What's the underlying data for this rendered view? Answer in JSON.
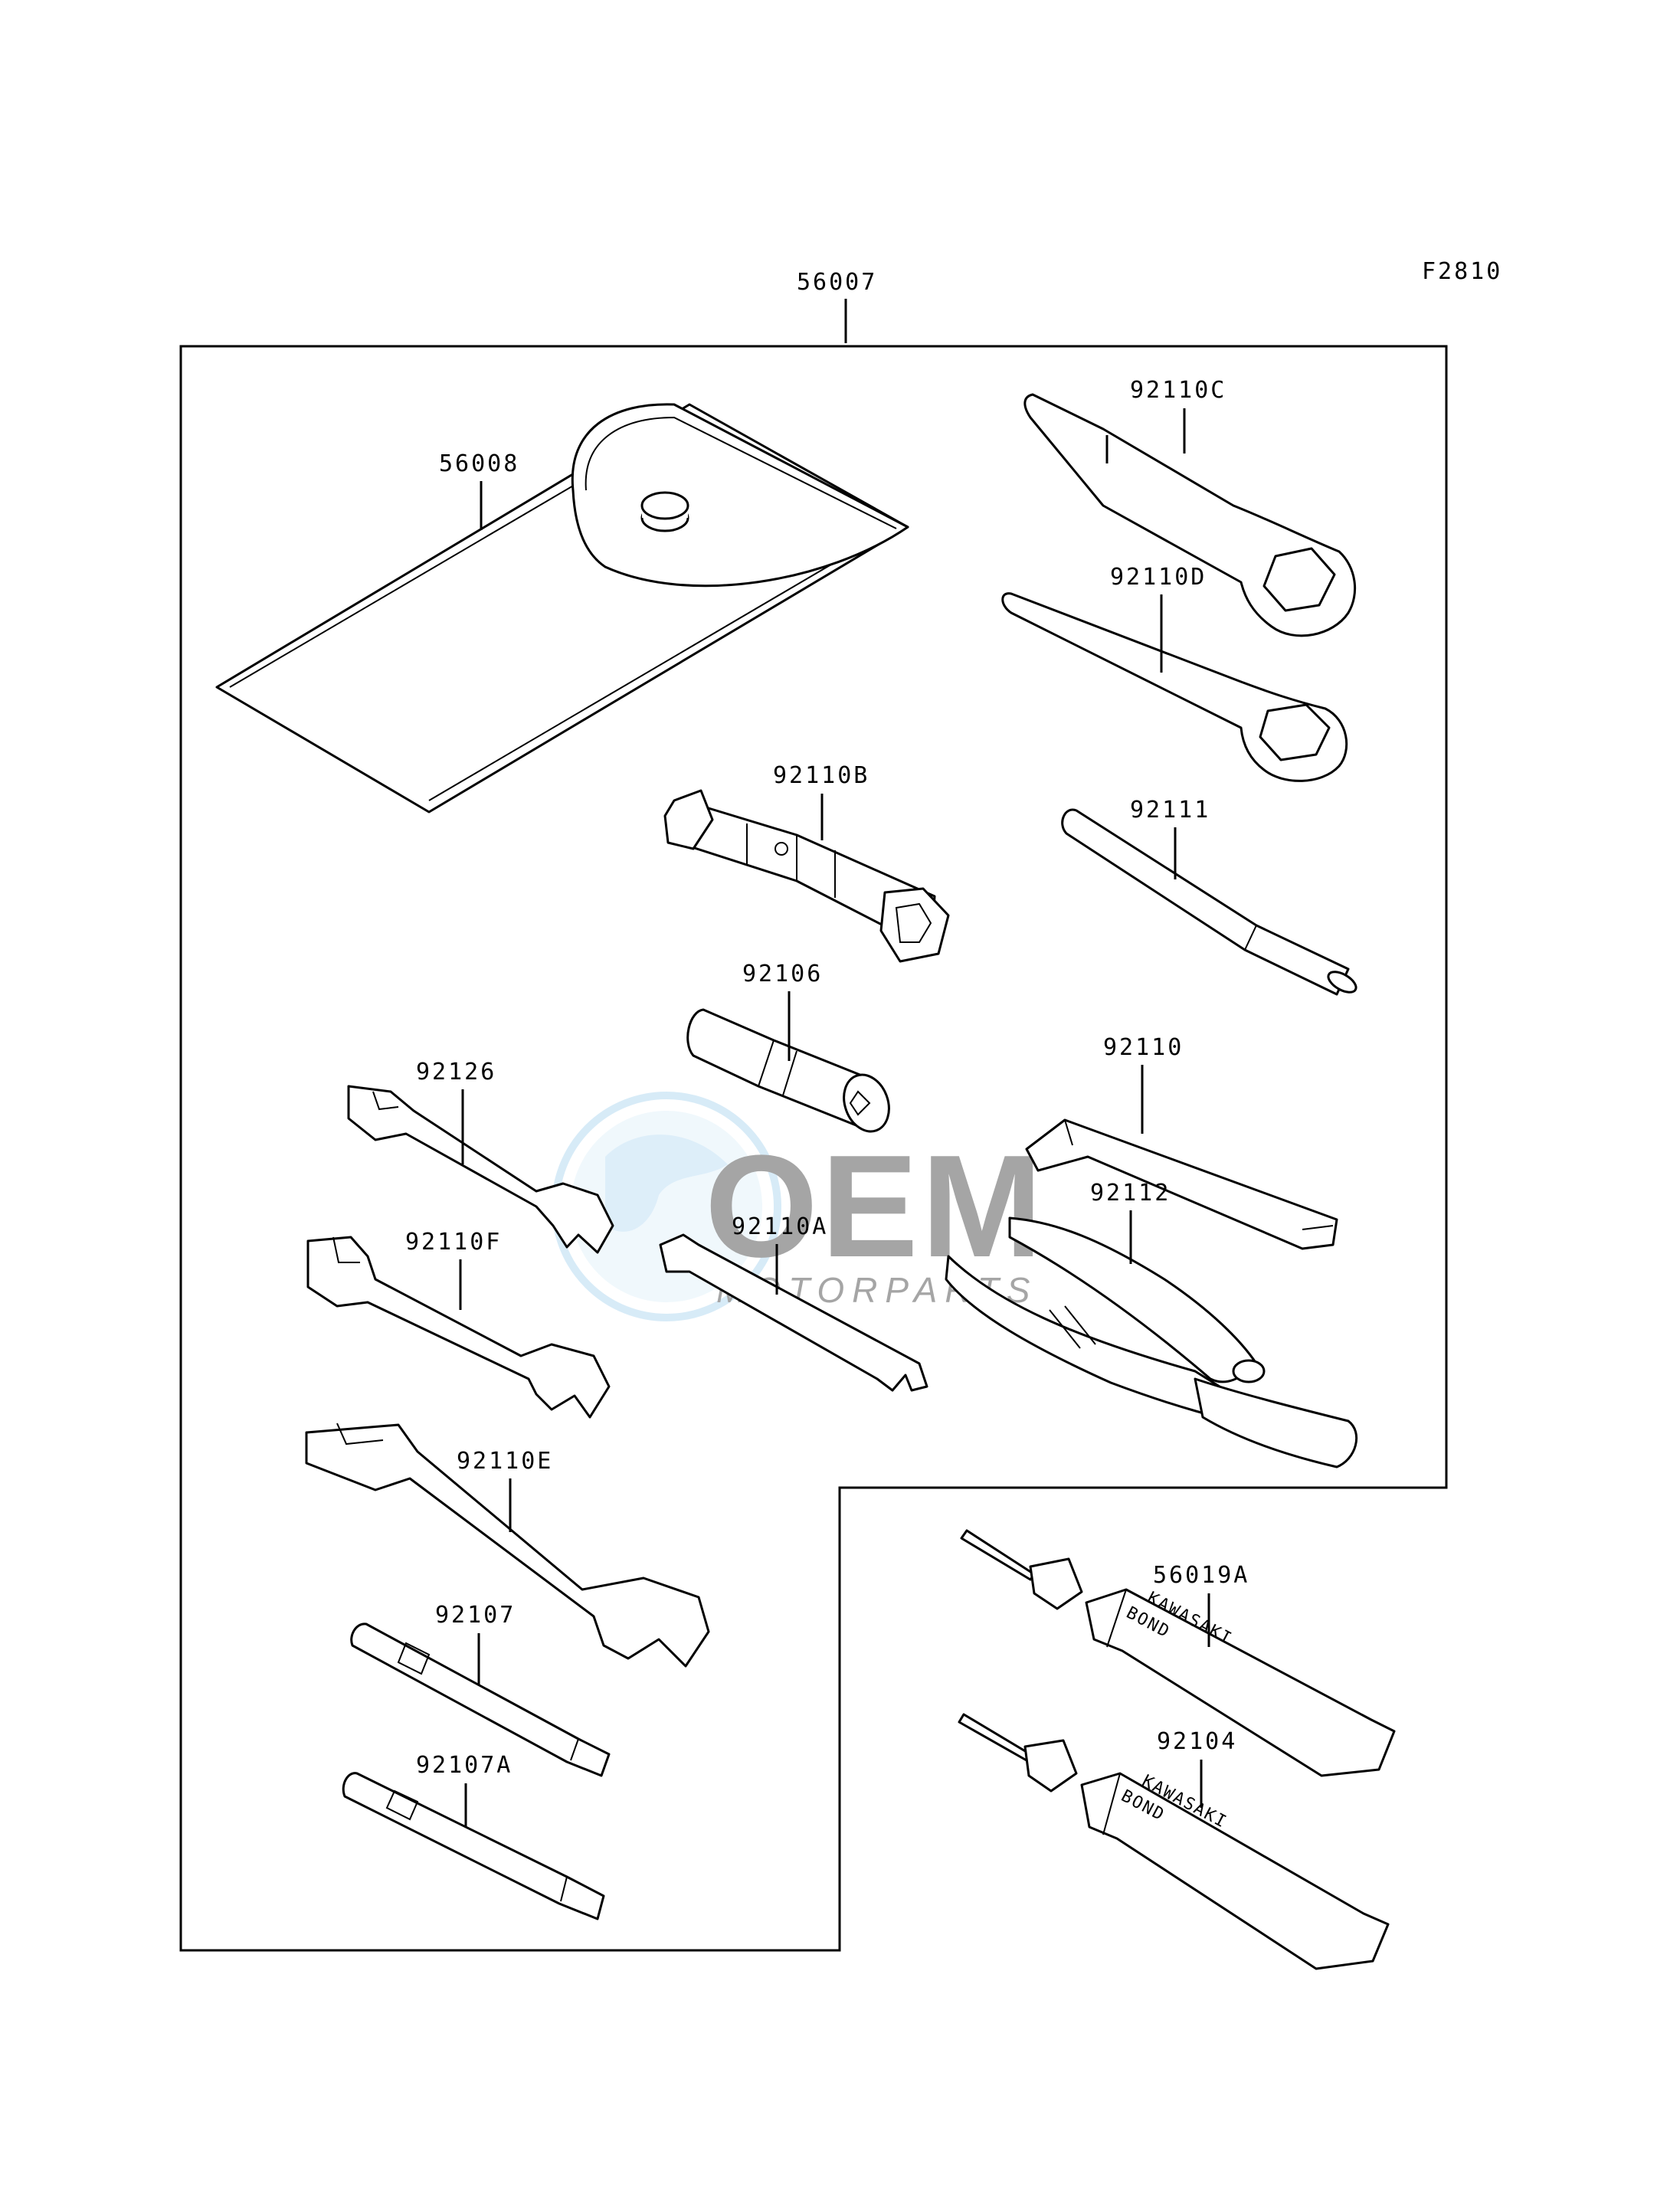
{
  "figure_code": "F2810",
  "assembly_label": "56007",
  "parts": {
    "tool_bag": "56008",
    "ring_wrench_c": "92110C",
    "ring_wrench_d": "92110D",
    "plug_wrench": "92110B",
    "bar_handle": "92111",
    "socket": "92106",
    "hex_key": "92110",
    "wrench_92126": "92126",
    "wrench_f": "92110F",
    "wrench_a": "92110A",
    "pliers": "92112",
    "wrench_e": "92110E",
    "screwdriver": "92107",
    "screwdriver_a": "92107A",
    "bond_a": "56019A",
    "bond_b": "92104"
  },
  "tube_text": {
    "line1": "KAWASAKI",
    "line2": "BOND"
  },
  "watermark": {
    "big": "OEM",
    "small": "MOTORPARTS"
  }
}
